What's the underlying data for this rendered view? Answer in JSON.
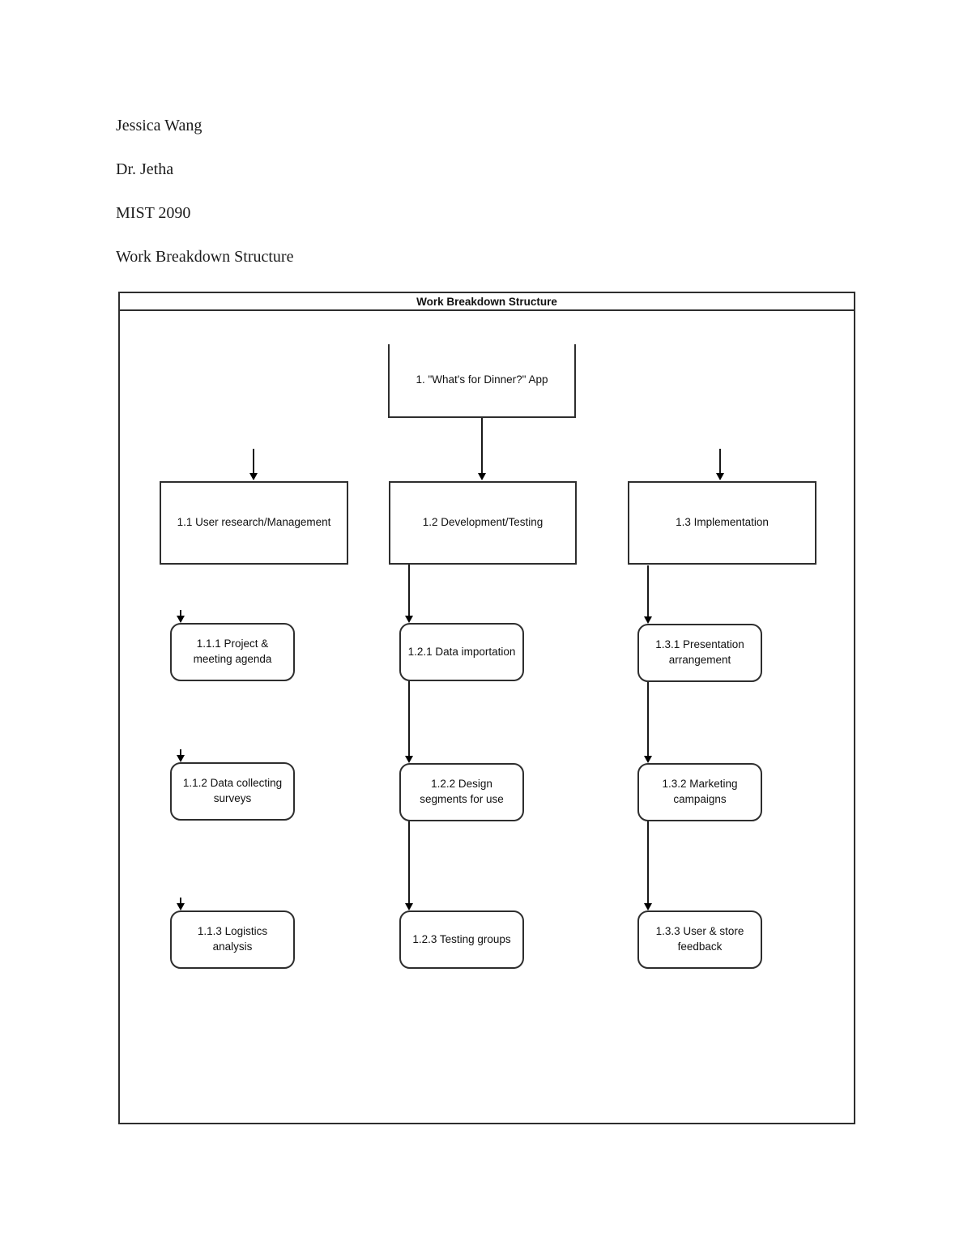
{
  "page": {
    "header_lines": [
      "Jessica Wang",
      "Dr. Jetha",
      "MIST 2090",
      "Work Breakdown Structure"
    ]
  },
  "diagram": {
    "title": "Work Breakdown Structure",
    "root": {
      "label": "1. \"What's for Dinner?\" App"
    },
    "branches": [
      {
        "label": "1.1 User research/Management",
        "children": [
          {
            "label": "1.1.1 Project & meeting agenda"
          },
          {
            "label": "1.1.2 Data collecting surveys"
          },
          {
            "label": "1.1.3 Logistics analysis"
          }
        ]
      },
      {
        "label": "1.2 Development/Testing",
        "children": [
          {
            "label": "1.2.1 Data importation"
          },
          {
            "label": "1.2.2 Design segments for use"
          },
          {
            "label": "1.2.3 Testing groups"
          }
        ]
      },
      {
        "label": "1.3 Implementation",
        "children": [
          {
            "label": "1.3.1 Presentation arrangement"
          },
          {
            "label": "1.3.2 Marketing campaigns"
          },
          {
            "label": "1.3.3 User & store feedback"
          }
        ]
      }
    ],
    "colors": {
      "line": "#000000",
      "background": "#ffffff",
      "text": "#111111"
    }
  }
}
